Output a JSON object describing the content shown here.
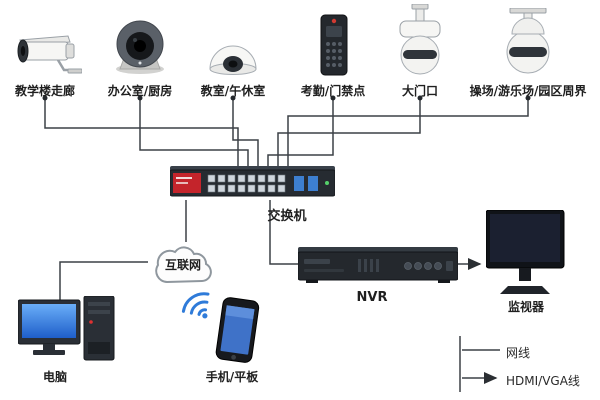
{
  "diagram": {
    "cameras": [
      {
        "icon": "bullet-camera-icon",
        "label": "教学楼走廊"
      },
      {
        "icon": "turret-camera-icon",
        "label": "办公室/厨房"
      },
      {
        "icon": "mini-dome-camera-icon",
        "label": "教室/午休室"
      },
      {
        "icon": "access-control-icon",
        "label": "考勤/门禁点"
      },
      {
        "icon": "ptz-dome-camera-icon",
        "label": "大门口"
      },
      {
        "icon": "speed-dome-camera-icon",
        "label": "操场/游乐场/园区周界"
      }
    ],
    "switch": {
      "icon": "network-switch-icon",
      "label": "交换机"
    },
    "internet": {
      "icon": "cloud-icon",
      "label": "互联网"
    },
    "pc": {
      "icon": "desktop-pc-icon",
      "label": "电脑"
    },
    "mobile": {
      "icon": "smartphone-icon",
      "label": "手机/平板"
    },
    "nvr": {
      "icon": "nvr-recorder-icon",
      "label": "NVR"
    },
    "display": {
      "icon": "monitor-icon",
      "label": "监视器"
    },
    "legend": [
      {
        "type": "line",
        "label": "网线"
      },
      {
        "type": "arrow",
        "label": "HDMI/VGA线"
      }
    ],
    "colors": {
      "wire": "#3c4046",
      "switch_accent": "#c4242b",
      "screen_blue": "#2f6fd0",
      "wifi_blue": "#2f7bd9"
    }
  }
}
